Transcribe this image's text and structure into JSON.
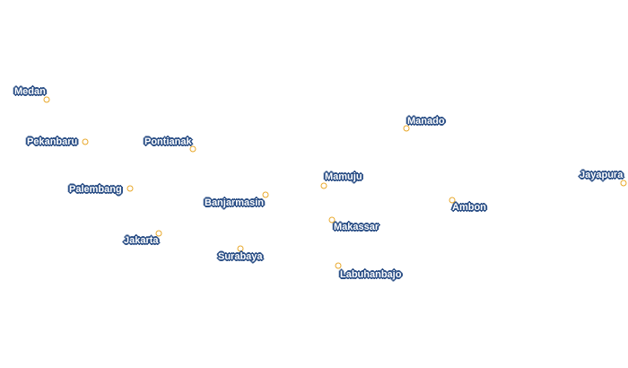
{
  "map": {
    "marker_color": "#e8a82a",
    "label_color": "#ffffff",
    "label_halo_color": "#2b4f86",
    "cities": [
      {
        "name": "Medan"
      },
      {
        "name": "Pekanbaru"
      },
      {
        "name": "Pontianak"
      },
      {
        "name": "Manado"
      },
      {
        "name": "Mamuju"
      },
      {
        "name": "Jayapura"
      },
      {
        "name": "Palembang"
      },
      {
        "name": "Banjarmasin"
      },
      {
        "name": "Ambon"
      },
      {
        "name": "Makassar"
      },
      {
        "name": "Jakarta"
      },
      {
        "name": "Surabaya"
      },
      {
        "name": "Labuhanbajo"
      }
    ]
  }
}
